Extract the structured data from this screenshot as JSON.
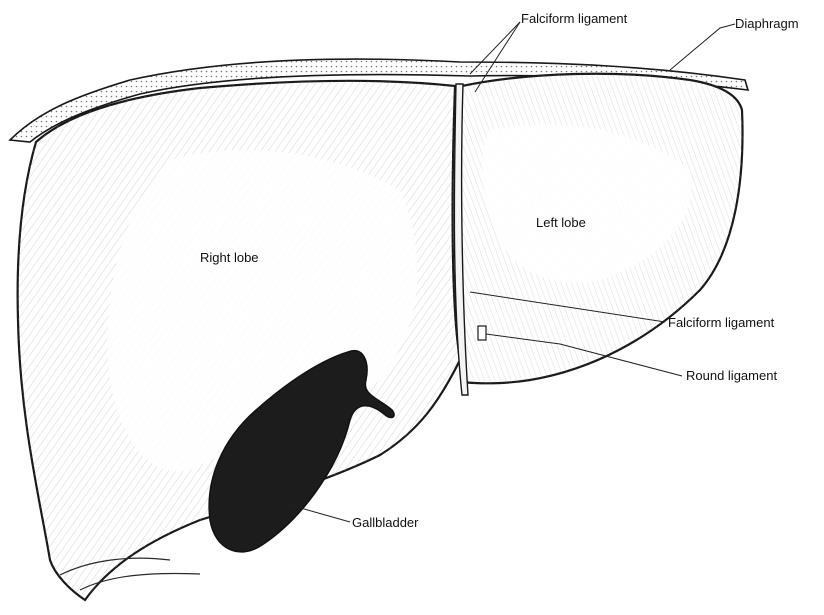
{
  "labels": {
    "falciform_top": "Falciform ligament",
    "diaphragm": "Diaphragm",
    "left_lobe": "Left lobe",
    "right_lobe": "Right lobe",
    "falciform_right": "Falciform ligament",
    "round_ligament": "Round ligament",
    "gallbladder": "Gallbladder"
  },
  "colors": {
    "ink": "#1a1a1a",
    "paper": "#ffffff",
    "gallbladder": "#1c1c1c",
    "diaphragm_fill": "#dcdcdc"
  }
}
